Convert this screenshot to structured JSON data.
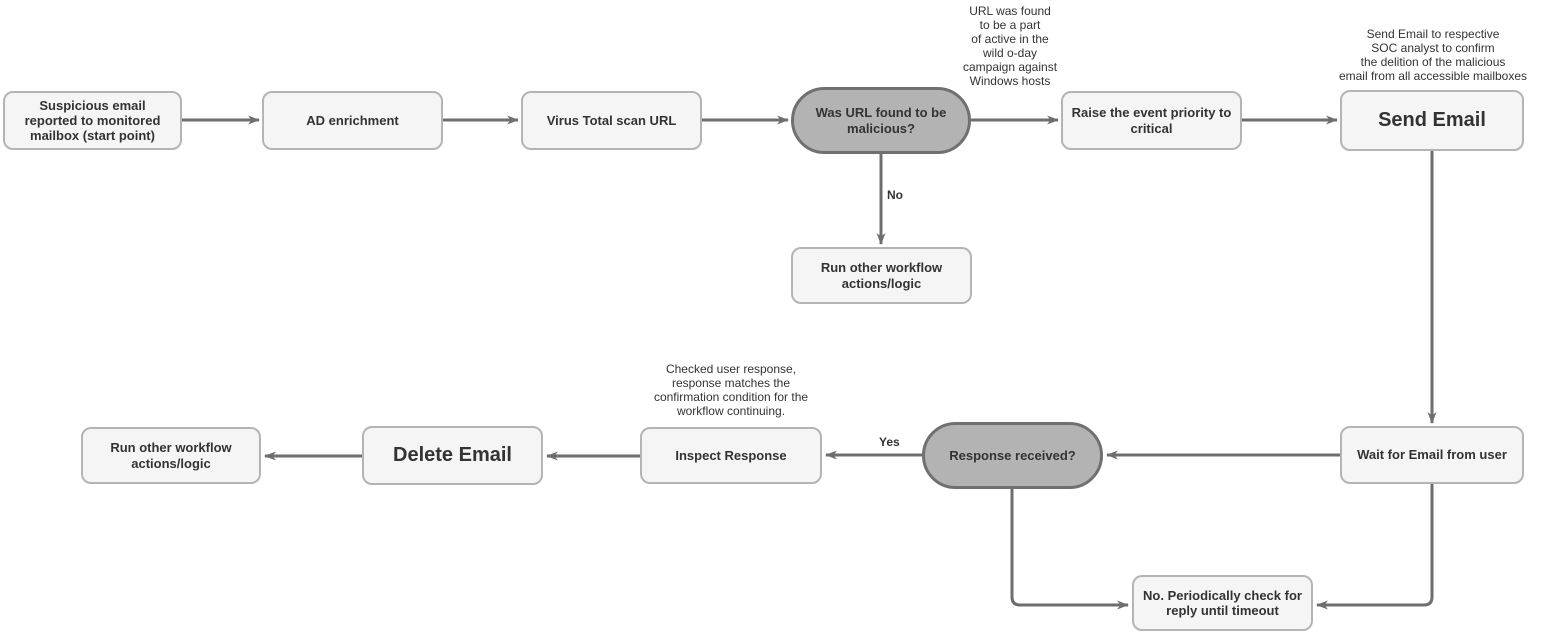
{
  "diagram": {
    "type": "flowchart",
    "nodes": [
      {
        "id": "start",
        "shape": "process",
        "label": "Suspicious email\nreported to monitored\nmailbox (start point)"
      },
      {
        "id": "ad-enrichment",
        "shape": "process",
        "label": "AD enrichment"
      },
      {
        "id": "virus-total-scan",
        "shape": "process",
        "label": "Virus Total scan URL"
      },
      {
        "id": "url-malicious",
        "shape": "decision",
        "label": "Was URL found to be\nmalicious?"
      },
      {
        "id": "raise-priority",
        "shape": "process",
        "label": "Raise the event priority to\ncritical"
      },
      {
        "id": "send-email",
        "shape": "process",
        "label": "Send Email",
        "emphasis": true
      },
      {
        "id": "run-other-workflow-top",
        "shape": "process",
        "label": "Run other workflow\nactions/logic"
      },
      {
        "id": "run-other-workflow-bottom",
        "shape": "process",
        "label": "Run other workflow\nactions/logic"
      },
      {
        "id": "delete-email",
        "shape": "process",
        "label": "Delete Email",
        "emphasis": true
      },
      {
        "id": "inspect-response",
        "shape": "process",
        "label": "Inspect Response"
      },
      {
        "id": "response-received",
        "shape": "decision",
        "label": "Response received?"
      },
      {
        "id": "wait-for-email",
        "shape": "process",
        "label": "Wait for Email from user"
      },
      {
        "id": "periodic-check",
        "shape": "process",
        "label": "No. Periodically check for\nreply until timeout"
      }
    ],
    "edges": [
      {
        "from": "start",
        "to": "ad-enrichment",
        "label": ""
      },
      {
        "from": "ad-enrichment",
        "to": "virus-total-scan",
        "label": ""
      },
      {
        "from": "virus-total-scan",
        "to": "url-malicious",
        "label": ""
      },
      {
        "from": "url-malicious",
        "to": "raise-priority",
        "label": ""
      },
      {
        "from": "raise-priority",
        "to": "send-email",
        "label": ""
      },
      {
        "from": "url-malicious",
        "to": "run-other-workflow-top",
        "label": "No"
      },
      {
        "from": "send-email",
        "to": "wait-for-email",
        "label": ""
      },
      {
        "from": "wait-for-email",
        "to": "response-received",
        "label": ""
      },
      {
        "from": "response-received",
        "to": "inspect-response",
        "label": "Yes"
      },
      {
        "from": "inspect-response",
        "to": "delete-email",
        "label": ""
      },
      {
        "from": "delete-email",
        "to": "run-other-workflow-bottom",
        "label": ""
      },
      {
        "from": "response-received",
        "to": "periodic-check",
        "label": ""
      },
      {
        "from": "wait-for-email",
        "to": "periodic-check",
        "label": ""
      }
    ],
    "annotations": [
      {
        "text": "URL was found\nto be a part\nof active in the\nwild o-day\ncampaign against\nWindows hosts"
      },
      {
        "text": "Send Email to respective\nSOC analyst to confirm\nthe delition of the malicious\nemail from all accessible mailboxes"
      },
      {
        "text": "Checked user response,\nresponse matches the\nconfirmation condition for the\nworkflow continuing."
      }
    ],
    "colors": {
      "node-fill": "#f5f5f5",
      "node-border": "#b4b4b4",
      "decision-fill": "#b3b3b3",
      "decision-border": "#707070",
      "arrow": "#6e6e6e",
      "text": "#333333",
      "background": "#ffffff"
    }
  }
}
